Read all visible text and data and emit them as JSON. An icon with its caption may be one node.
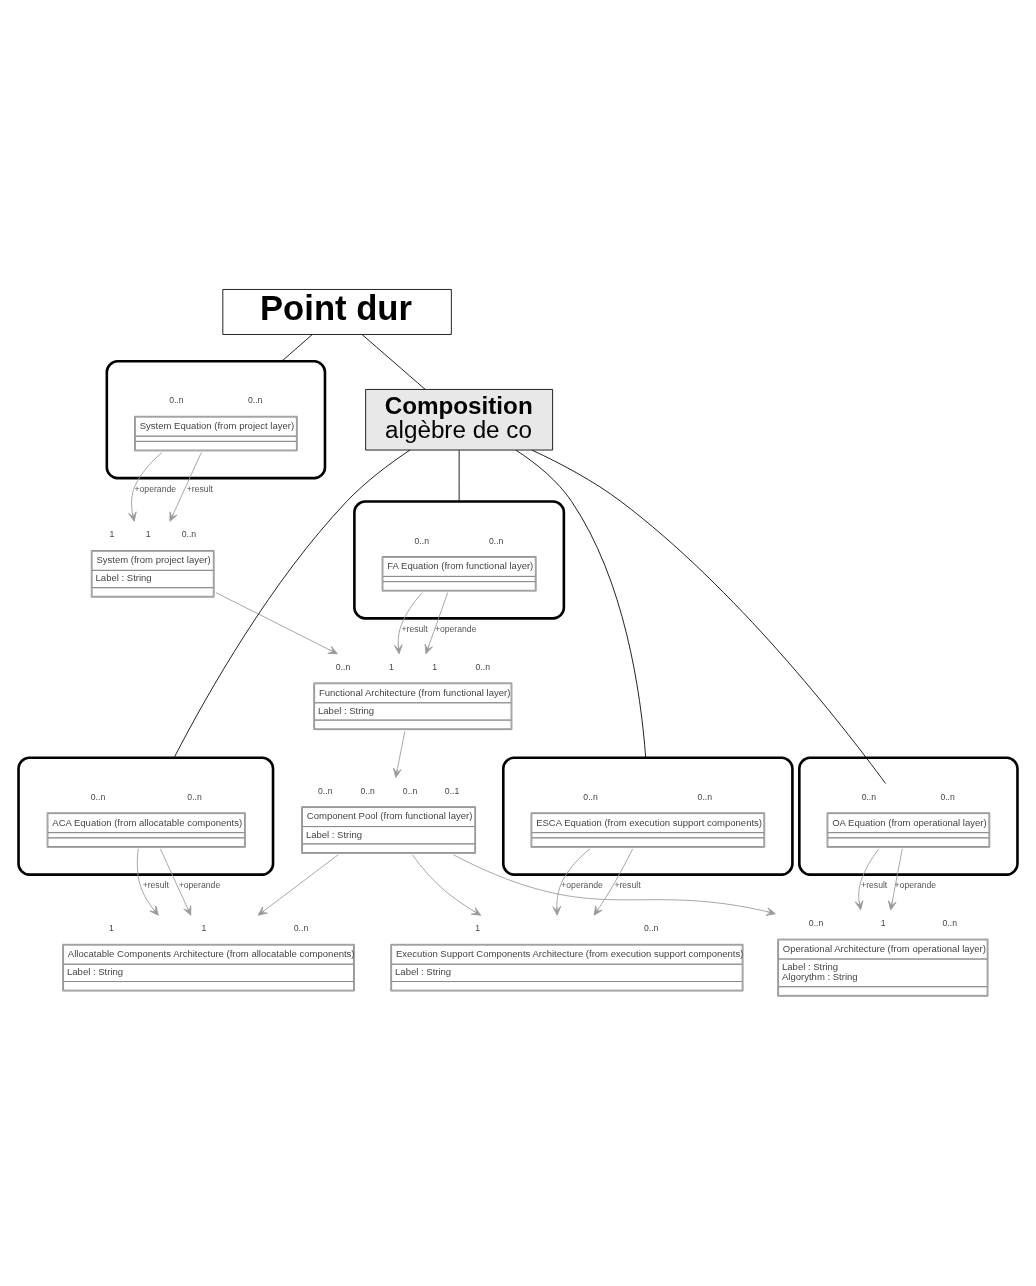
{
  "diagram": {
    "nodes": [
      {
        "text": [
          "System (from project layer)",
          "Label : String"
        ],
        "beside": [
          "1",
          "1",
          "0..n"
        ]
      },
      {
        "text": [],
        "shape": "ellipse"
      },
      {
        "text": [
          "System Equation (from project layer)"
        ],
        "in": 1,
        "beside": [
          "0..n",
          "0..n"
        ]
      },
      {
        "text": [
          "Point dur"
        ]
      },
      {
        "text": [
          "Composition",
          "algèbre de co"
        ]
      },
      {
        "text": [
          "Functional Architecture (from functional layer)",
          "Label : String"
        ],
        "beside": [
          "0..n",
          "1",
          "1",
          "0..n"
        ]
      },
      {
        "text": [],
        "shape": "ellipse"
      },
      {
        "text": [
          "FA Equation (from functional layer)"
        ],
        "in": 6,
        "beside": [
          "0..n",
          "0..n"
        ]
      },
      {
        "text": [
          "Allocatable Components Architecture (from allocatable components)",
          "Label : String"
        ],
        "beside": [
          "1",
          "1",
          "0..n"
        ]
      },
      {
        "text": [],
        "shape": "ellipse"
      },
      {
        "text": [
          "ACA Equation (from allocatable components)"
        ],
        "in": 9,
        "beside": [
          "0..n",
          "0..n"
        ]
      },
      {
        "text": [
          "Component Pool (from functional layer)",
          "Label : String"
        ],
        "beside": [
          "0..n",
          "0..n",
          "0..n",
          "0..1"
        ]
      },
      {
        "text": [
          "Execution Support Components Architecture (from execution support components)",
          "Label : String"
        ],
        "beside": [
          "1",
          "0..n"
        ]
      },
      {
        "text": [],
        "shape": "ellipse"
      },
      {
        "text": [
          "ESCA Equation (from execution support components)"
        ],
        "in": 13,
        "beside": [
          "0..n",
          "0..n"
        ]
      },
      {
        "text": [
          "Operational Architecture (from operational layer)",
          "Label : String",
          "Algorythm : String"
        ],
        "beside": [
          "0..n",
          "1",
          "0..n"
        ]
      },
      {
        "text": [],
        "shape": "ellipse"
      },
      {
        "text": [
          "OA Equation (from operational layer)"
        ],
        "in": 16,
        "beside": [
          "0..n",
          "0..n"
        ]
      }
    ],
    "edges": [
      {
        "from": 2,
        "to": 0,
        "arrow": "to",
        "label": "+result"
      },
      {
        "from": 2,
        "to": 0,
        "arrow": "to",
        "label": "+operande"
      },
      {
        "from": 0,
        "to": 5,
        "arrow": "to"
      },
      {
        "from": 7,
        "to": 5,
        "arrow": "to",
        "label": "+result"
      },
      {
        "from": 7,
        "to": 5,
        "arrow": "to",
        "label": "+operande"
      },
      {
        "from": 5,
        "to": 11,
        "arrow": "to"
      },
      {
        "from": 10,
        "to": 8,
        "arrow": "to",
        "label": "+result"
      },
      {
        "from": 10,
        "to": 8,
        "arrow": "to",
        "label": "+operande"
      },
      {
        "from": 11,
        "to": 8,
        "arrow": "to"
      },
      {
        "from": 11,
        "to": 12,
        "arrow": "to"
      },
      {
        "from": 14,
        "to": 12,
        "arrow": "to",
        "label": "+result"
      },
      {
        "from": 14,
        "to": 12,
        "arrow": "to",
        "label": "+operande"
      },
      {
        "from": 11,
        "to": 15,
        "arrow": "to"
      },
      {
        "from": 17,
        "to": 15,
        "arrow": "to",
        "label": "+result"
      },
      {
        "from": 17,
        "to": 15,
        "arrow": "to",
        "label": "+operande"
      },
      {
        "from": 3,
        "to": 1,
        "arrow": "none",
        "color": "#000000"
      },
      {
        "from": 3,
        "to": 4,
        "arrow": "none",
        "color": "#000000"
      },
      {
        "from": 4,
        "to": 6,
        "arrow": "none",
        "color": "#000000"
      },
      {
        "from": 4,
        "to": 9,
        "arrow": "none",
        "color": "#000000"
      },
      {
        "from": 4,
        "to": 13,
        "arrow": "none",
        "color": "#000000"
      },
      {
        "from": 4,
        "to": 17,
        "arrow": "none",
        "color": "#000000"
      }
    ]
  }
}
